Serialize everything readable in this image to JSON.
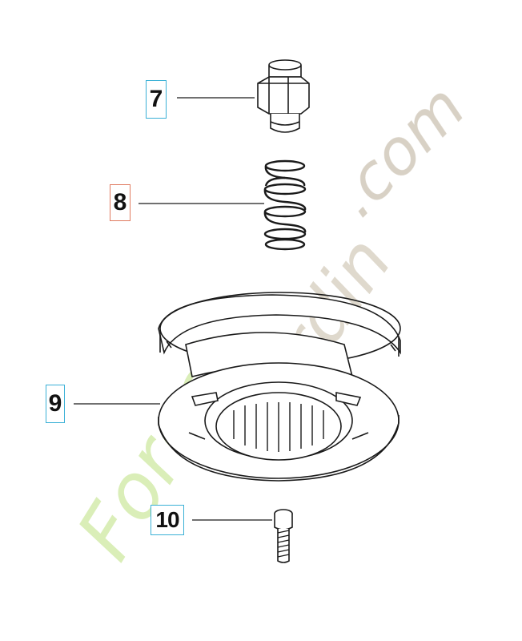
{
  "parts": [
    {
      "ref": "7",
      "name": "Hex bolt"
    },
    {
      "ref": "8",
      "name": "Coil spring"
    },
    {
      "ref": "9",
      "name": "Spool"
    },
    {
      "ref": "10",
      "name": "Screw"
    }
  ],
  "callout_labels": {
    "p7": "7",
    "p8": "8",
    "p9": "9",
    "p10": "10"
  },
  "colors": {
    "callout_border_default": "#3ab0d6",
    "callout_border_highlight": "#e07a5f",
    "line_art": "#1a1a1a",
    "watermark_green": "#c8e6a0",
    "watermark_gray": "#cfc7ba"
  },
  "watermark": {
    "text": "Forestgardin.com",
    "part_a": "Forest",
    "part_b": "gardin",
    "part_c": ".com"
  }
}
